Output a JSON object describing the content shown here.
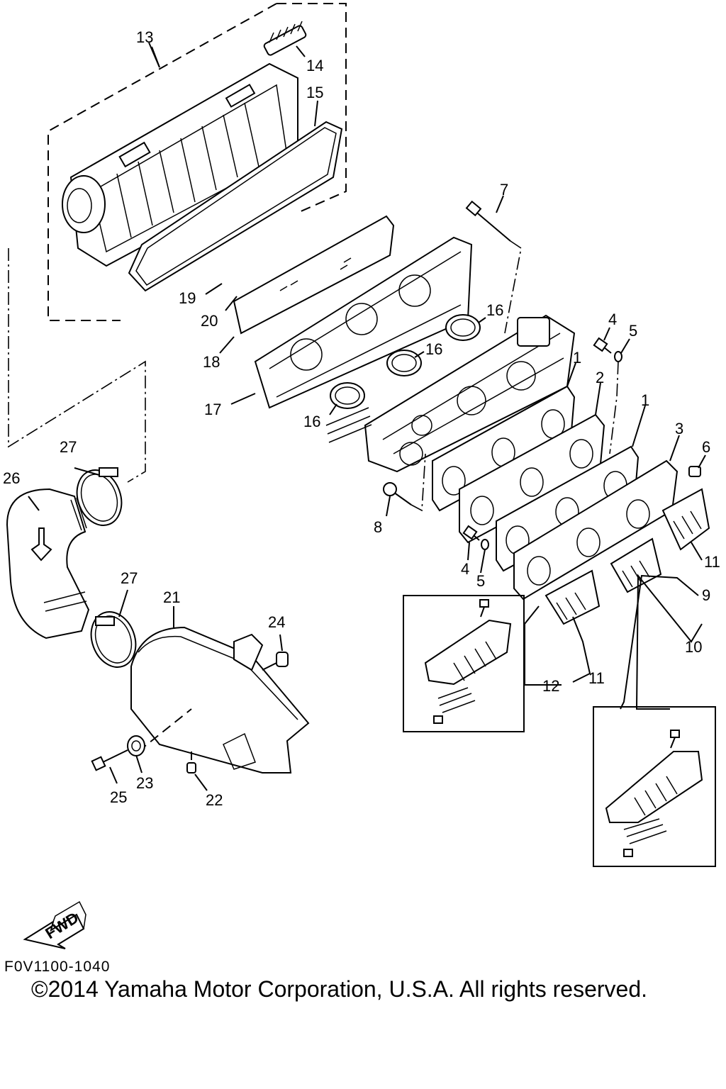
{
  "diagram_code": "F0V1100-1040",
  "copyright": "©2014 Yamaha Motor Corporation, U.S.A. All rights reserved.",
  "fwd_label": "FWD",
  "callouts": {
    "c1a": "1",
    "c1b": "1",
    "c2": "2",
    "c3": "3",
    "c4a": "4",
    "c4b": "4",
    "c5a": "5",
    "c5b": "5",
    "c6": "6",
    "c7": "7",
    "c8": "8",
    "c9": "9",
    "c10": "10",
    "c11a": "11",
    "c11b": "11",
    "c12": "12",
    "c13": "13",
    "c14": "14",
    "c15": "15",
    "c16a": "16",
    "c16b": "16",
    "c16c": "16",
    "c17": "17",
    "c18": "18",
    "c19": "19",
    "c20": "20",
    "c21": "21",
    "c22": "22",
    "c23": "23",
    "c24": "24",
    "c25": "25",
    "c26": "26",
    "c27a": "27",
    "c27b": "27"
  }
}
